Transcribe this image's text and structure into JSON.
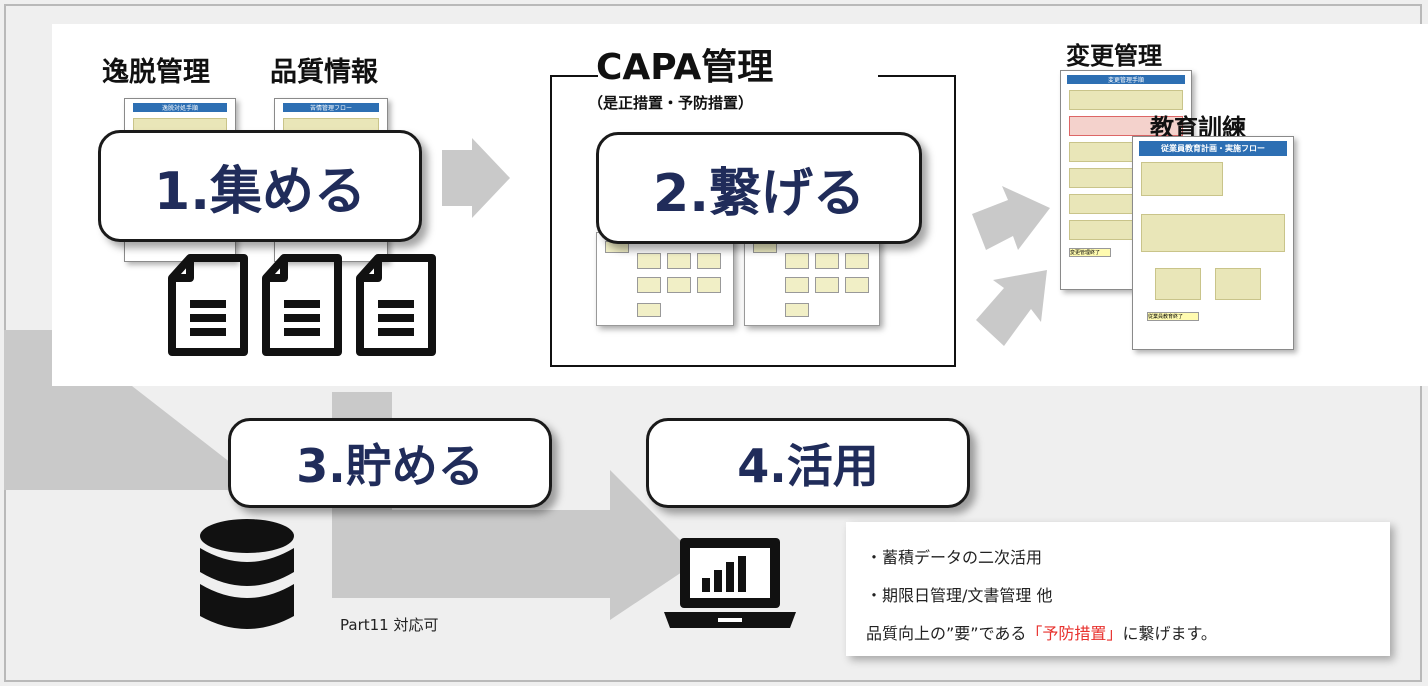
{
  "labels": {
    "deviation": "逸脱管理",
    "quality_info": "品質情報",
    "capa": "CAPA管理",
    "capa_sub": "（是正措置・予防措置）",
    "change": "変更管理",
    "education": "教育訓練"
  },
  "steps": {
    "collect": "1.集める",
    "connect": "2.繋げる",
    "store": "3.貯める",
    "use": "4.活用"
  },
  "docs": {
    "deviation_title": "逸脱対処手順",
    "complaint_title": "苦情管理フロー",
    "change_title": "変更管理手順",
    "education_title": "従業員教育計画・実施フロー",
    "education_end": "従業員教育終了",
    "change_end": "変更管理終了"
  },
  "part11": "Part11 対応可",
  "benefits": {
    "line1": "・蓄積データの二次活用",
    "line2": "・期限日管理/文書管理 他",
    "line3_pre": "品質向上の”要”である",
    "line3_red": "「予防措置」",
    "line3_post": "に繋げます。"
  },
  "colors": {
    "step_text": "#202c5a",
    "accent_red": "#e8322e",
    "doc_header": "#2d6fb3",
    "arrow_gray": "#c9c9c9"
  }
}
